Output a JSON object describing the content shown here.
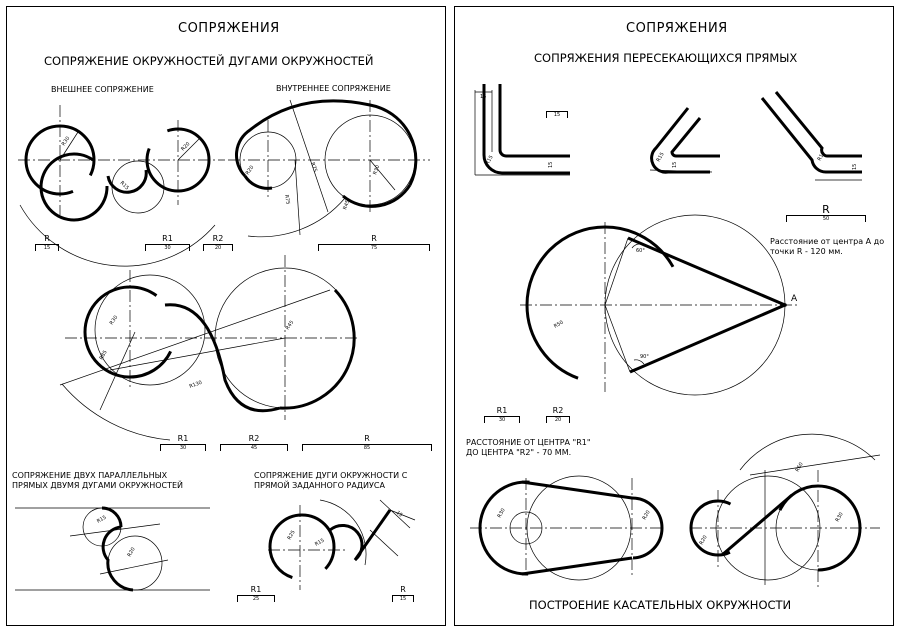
{
  "left": {
    "title": "СОПРЯЖЕНИЯ",
    "heading": "СОПРЯЖЕНИЕ ОКРУЖНОСТЕЙ ДУГАМИ ОКРУЖНОСТЕЙ",
    "external_label": "ВНЕШНЕЕ СОПРЯЖЕНИЕ",
    "internal_label": "ВНУТРЕННЕЕ СОПРЯЖЕНИЕ",
    "parallel_label": "СОПРЯЖЕНИЕ ДВУХ ПАРАЛЛЕЛЬНЫХ\nПРЯМЫХ ДВУМЯ ДУГАМИ ОКРУЖНОСТЕЙ",
    "arc_line_label": "СОПРЯЖЕНИЕ ДУГИ ОКРУЖНОСТИ С\nПРЯМОЙ ЗАДАННОГО РАДИУСА",
    "dims": {
      "ext_r": {
        "label": "R",
        "value": "15"
      },
      "ext_r1": {
        "label": "R1",
        "value": "30"
      },
      "ext_r2": {
        "label": "R2",
        "value": "20"
      },
      "int_r": {
        "label": "R",
        "value": "75"
      },
      "mix_r1": {
        "label": "R1",
        "value": "30"
      },
      "mix_r2": {
        "label": "R2",
        "value": "45"
      },
      "mix_r": {
        "label": "R",
        "value": "85"
      },
      "arc_r1": {
        "label": "R1",
        "value": "25"
      },
      "arc_r": {
        "label": "R",
        "value": "15"
      }
    },
    "callouts": {
      "r30": "R30",
      "r20": "R20",
      "r15": "R15",
      "r75": "R75",
      "r45": "R45",
      "r85": "R85",
      "r130": "R130",
      "r25": "R25",
      "r15b": "R15",
      "dim15": "15"
    }
  },
  "right": {
    "title": "СОПРЯЖЕНИЯ",
    "heading": "СОПРЯЖЕНИЯ ПЕРЕСЕКАЮЩИХСЯ ПРЯМЫХ",
    "bottom_heading": "ПОСТРОЕНИЕ КАСАТЕЛЬНЫХ ОКРУЖНОСТИ",
    "note_a": "Расстояние от центра А до\nточки R - 120 мм.",
    "note_r": "РАССТОЯНИЕ ОТ ЦЕНТРА \"R1\"\nДО ЦЕНТРА \"R2\" - 70 ММ.",
    "point_a": "A",
    "dims": {
      "corner_15": {
        "label": "",
        "value": "15"
      },
      "tangent_r": {
        "label": "R",
        "value": "50"
      },
      "belt_r1": {
        "label": "R1",
        "value": "30"
      },
      "belt_r2": {
        "label": "R2",
        "value": "20"
      }
    },
    "callouts": {
      "r50": "R50",
      "r15": "R15",
      "d15": "15",
      "d60": "60°",
      "d90": "90°",
      "r30": "R30",
      "r20": "R20",
      "r60": "R60"
    }
  }
}
